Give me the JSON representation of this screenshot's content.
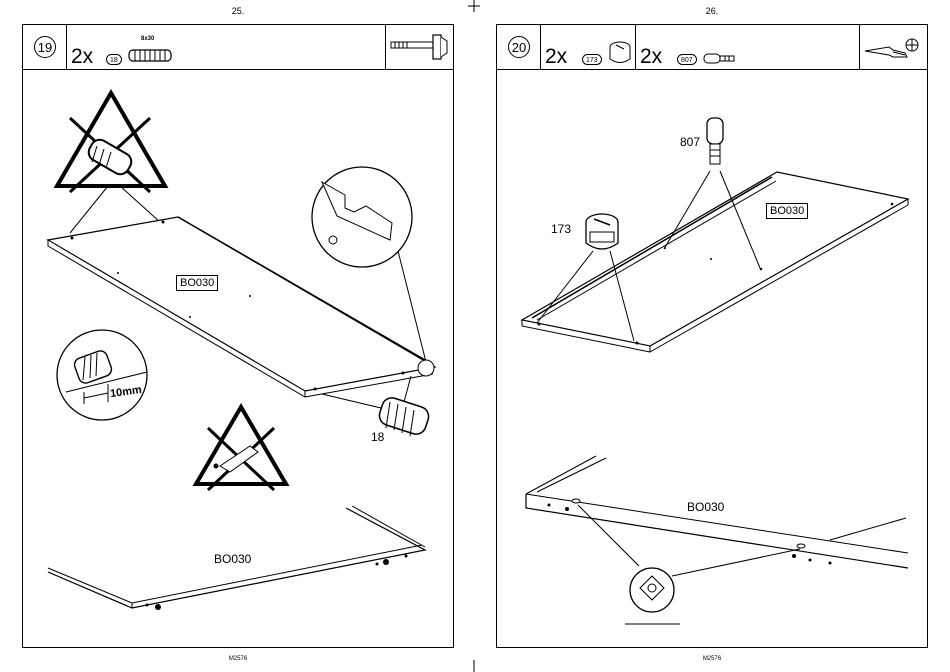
{
  "pages": [
    {
      "page_number": "25.",
      "footer": "M2576",
      "step": "19",
      "parts": [
        {
          "qty": "2x",
          "part_id": "18",
          "size": "8x30"
        }
      ],
      "tool_icon": "hammer-icon",
      "labels": {
        "board_top": "BO030",
        "board_bottom": "BO030",
        "dowel_callout": "18",
        "depth": "10mm"
      },
      "warnings": [
        "no-hand-insertion-warning-icon",
        "no-glue-warning-icon"
      ]
    },
    {
      "page_number": "26.",
      "footer": "M2576",
      "step": "20",
      "parts": [
        {
          "qty": "2x",
          "part_id": "173"
        },
        {
          "qty": "2x",
          "part_id": "807"
        }
      ],
      "tool_icon": "screwdriver-icon",
      "labels": {
        "board_top": "BO030",
        "board_bottom": "BO030",
        "cam_callout": "173",
        "bolt_callout": "807"
      }
    }
  ]
}
